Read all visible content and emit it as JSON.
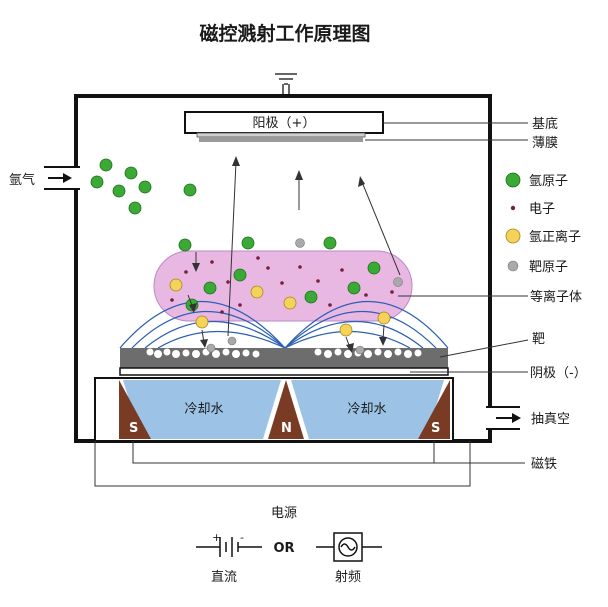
{
  "title": "磁控溅射工作原理图",
  "anode_label": "阳极（+）",
  "argon_inlet_label": "氩气",
  "right_labels": {
    "substrate": "基底",
    "film": "薄膜",
    "target": "靶",
    "cathode": "阴极（-）",
    "vacuum": "抽真空",
    "magnet": "磁铁",
    "plasma": "等离子体"
  },
  "legend": [
    {
      "key": "argon_atom",
      "label": "氩原子",
      "color": "#3aa935"
    },
    {
      "key": "electron",
      "label": "电子",
      "color": "#7a1f3a"
    },
    {
      "key": "argon_ion",
      "label": "氩正离子",
      "color": "#f5d25a"
    },
    {
      "key": "target_atom",
      "label": "靶原子",
      "color": "#a9a9a9"
    }
  ],
  "cooling_water_label": "冷却水",
  "magnet_poles": {
    "left": "S",
    "center": "N",
    "right": "S"
  },
  "power": {
    "label": "电源",
    "or_label": "OR",
    "dc_label": "直流",
    "rf_label": "射频",
    "dc_plus": "+",
    "dc_minus": "-"
  },
  "colors": {
    "plasma": "#e8b8e3",
    "water": "#9cc3e6",
    "magnet": "#7a3b24",
    "target": "#6d6d6d",
    "field_lines": "#2b5fb4"
  }
}
